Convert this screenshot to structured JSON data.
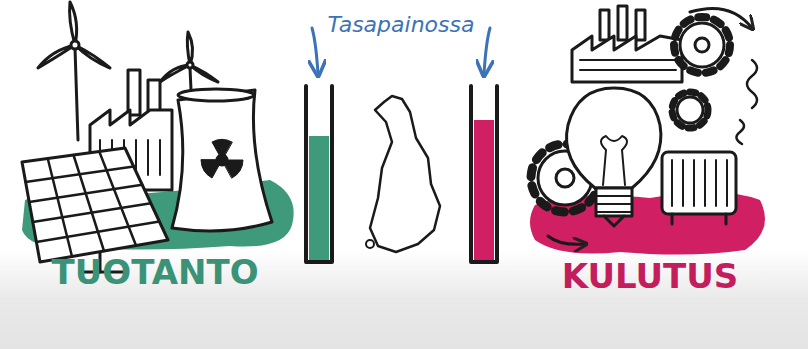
{
  "diagram": {
    "labels": [
      "Tasapainossa",
      "TUOTANTO",
      "KULUTUS"
    ]
  }
}
